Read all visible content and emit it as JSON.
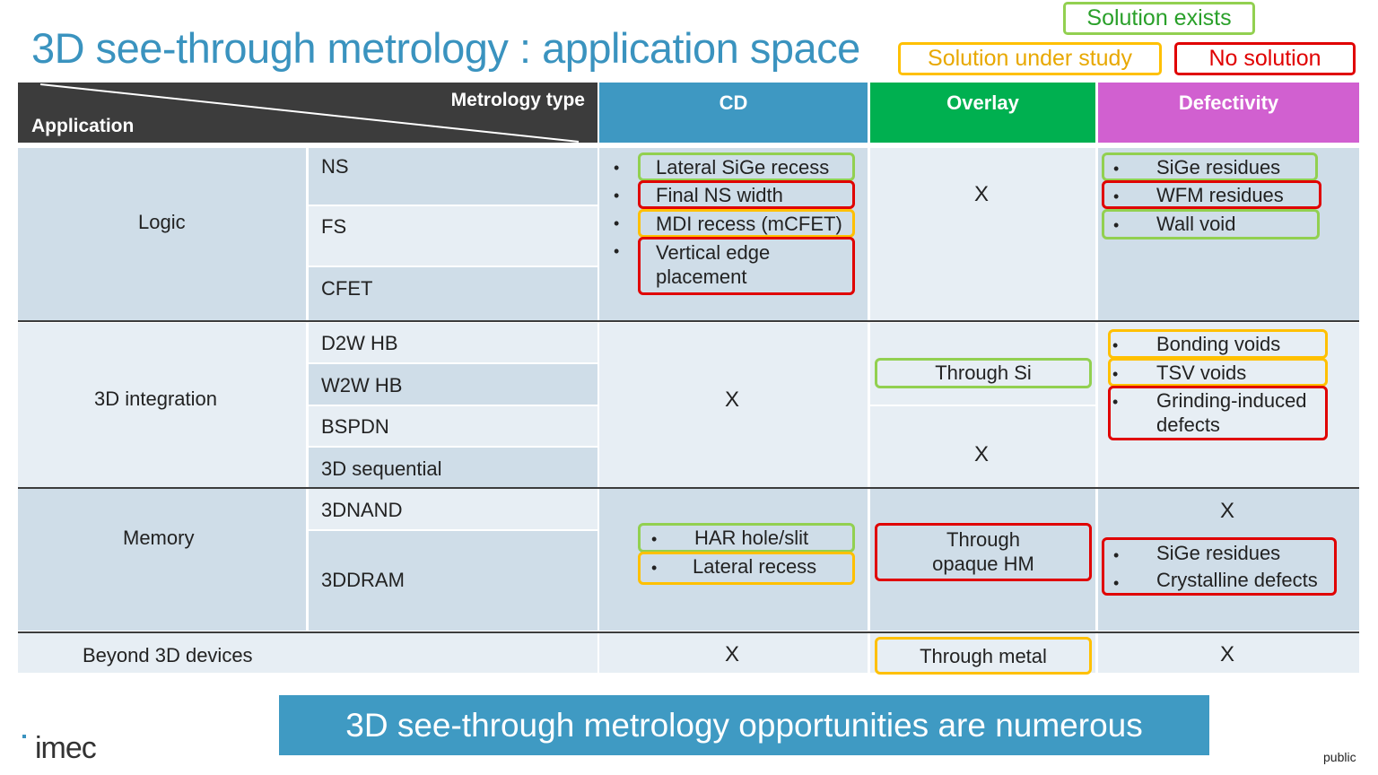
{
  "title": "3D see-through metrology :  application space",
  "legend": {
    "exists": "Solution exists",
    "study": "Solution under study",
    "none": "No solution",
    "colors": {
      "exists": "#92d050",
      "study": "#ffc000",
      "none": "#e00000"
    }
  },
  "header": {
    "metrology_type": "Metrology type",
    "application": "Application",
    "cd": "CD",
    "overlay": "Overlay",
    "defectivity": "Defectivity"
  },
  "rows": {
    "logic": {
      "label": "Logic",
      "subs": [
        "NS",
        "FS",
        "CFET"
      ],
      "cd": [
        "Lateral SiGe recess",
        "Final NS width",
        "MDI recess (mCFET)",
        "Vertical edge placement"
      ],
      "overlay": "X",
      "defectivity": [
        "SiGe residues",
        "WFM residues",
        "Wall void"
      ]
    },
    "integration": {
      "label": "3D integration",
      "subs": [
        "D2W HB",
        "W2W HB",
        "BSPDN",
        "3D sequential"
      ],
      "cd": "X",
      "overlay": [
        "Through Si",
        "X"
      ],
      "defectivity": [
        "Bonding voids",
        "TSV voids",
        "Grinding-induced defects"
      ]
    },
    "memory": {
      "label": "Memory",
      "subs": [
        "3DNAND",
        "3DDRAM"
      ],
      "cd": [
        "HAR hole/slit",
        "Lateral recess"
      ],
      "overlay": "Through opaque HM",
      "defectivity": [
        "X",
        "SiGe residues",
        "Crystalline defects"
      ]
    },
    "beyond": {
      "label": "Beyond 3D devices",
      "cd": "X",
      "overlay": "Through metal",
      "defectivity": "X"
    }
  },
  "banner": "3D see-through metrology opportunities are numerous",
  "logo": "imec",
  "classification": "public",
  "bullet": "•"
}
